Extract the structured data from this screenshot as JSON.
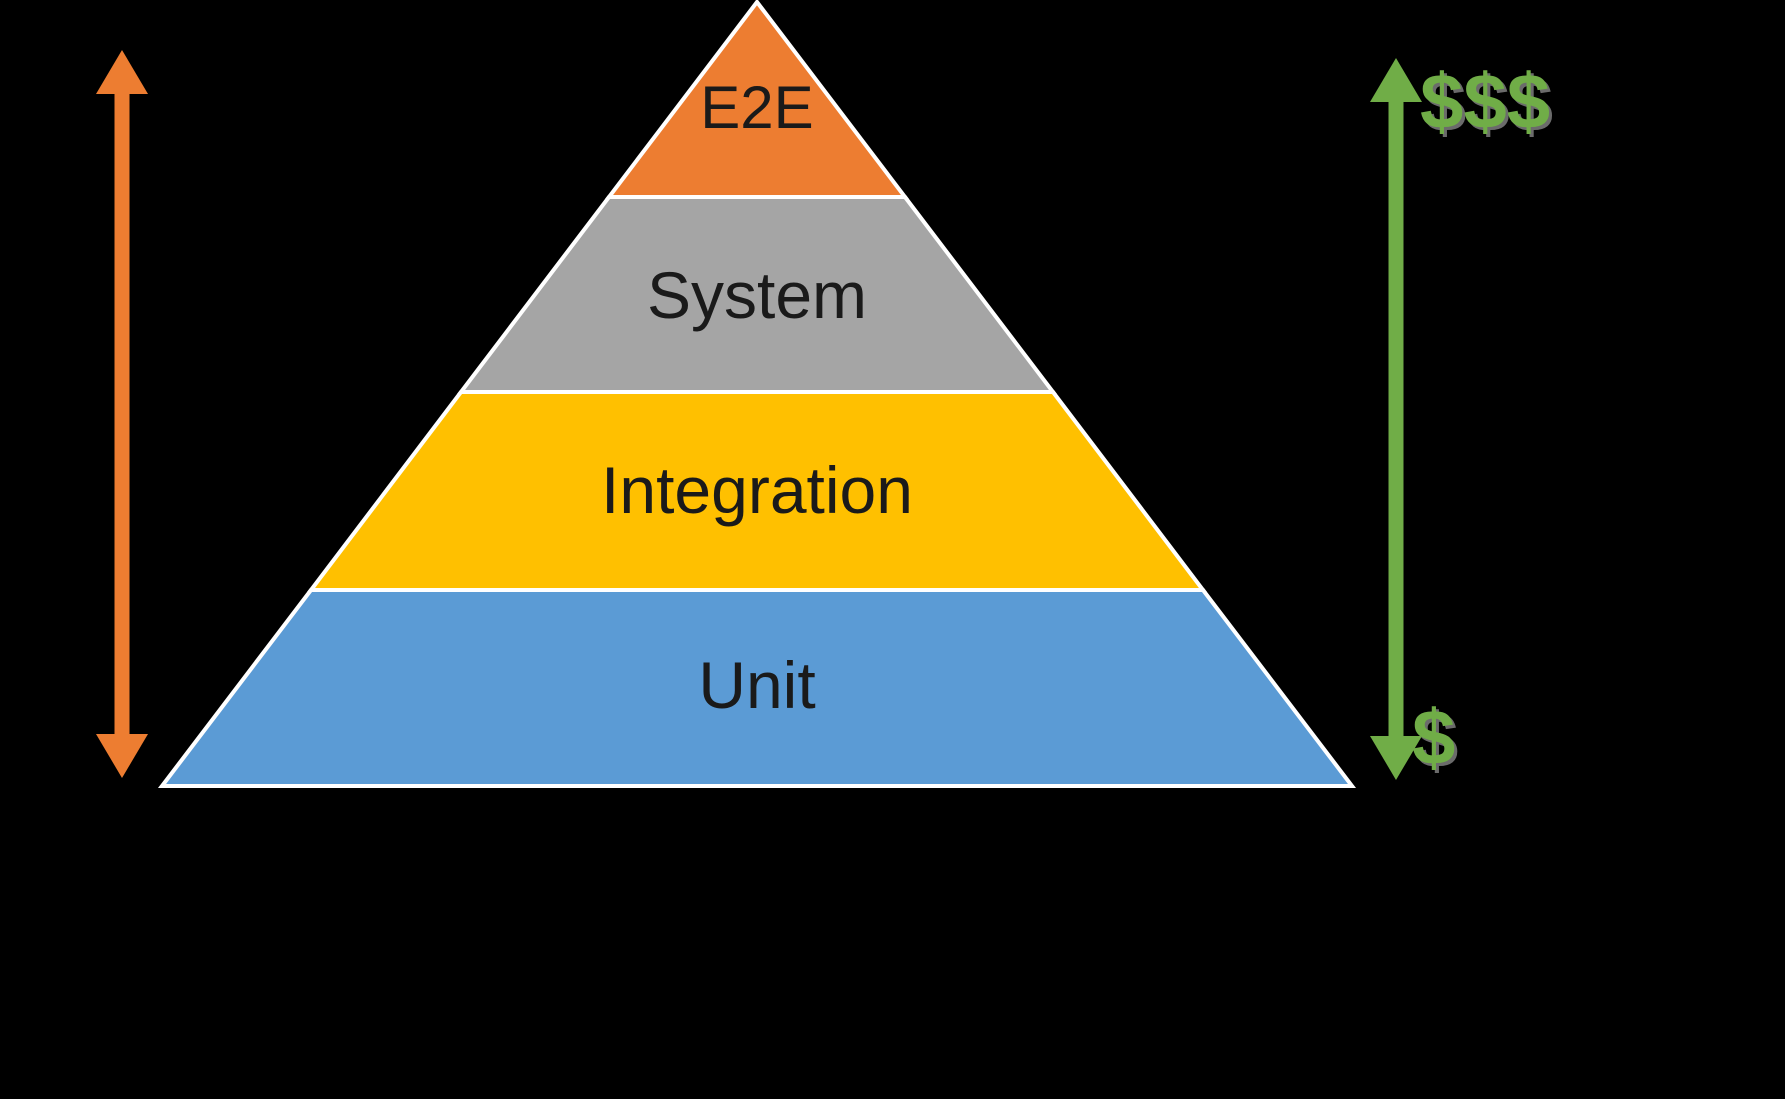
{
  "diagram": {
    "name": "testing-pyramid",
    "background_color": "#000000",
    "layers": [
      {
        "label": "E2E",
        "color": "#ED7D31"
      },
      {
        "label": "System",
        "color": "#A5A5A5"
      },
      {
        "label": "Integration",
        "color": "#FFC000"
      },
      {
        "label": "Unit",
        "color": "#5B9BD5"
      }
    ],
    "layer_text_color": "#1a1a1a",
    "layer_divider_color": "#FFFFFF",
    "left_arrow": {
      "color": "#ED7D31",
      "direction": "vertical-double"
    },
    "right_arrow": {
      "color": "#70AD47",
      "direction": "vertical-double",
      "top_label": "$$$",
      "bottom_label": "$"
    }
  }
}
